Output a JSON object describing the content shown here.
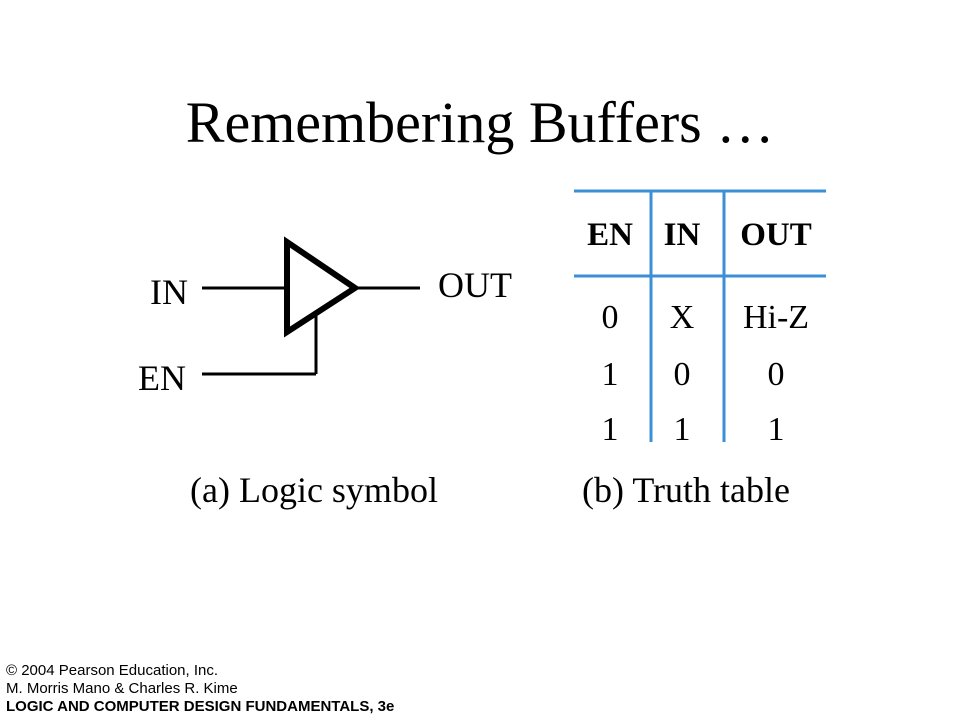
{
  "slide": {
    "title": "Remembering Buffers …"
  },
  "symbol": {
    "input_label": "IN",
    "enable_label": "EN",
    "output_label": "OUT",
    "caption": "(a) Logic symbol"
  },
  "truth_table": {
    "headers": [
      "EN",
      "IN",
      "OUT"
    ],
    "rows": [
      [
        "0",
        "X",
        "Hi-Z"
      ],
      [
        "1",
        "0",
        "0"
      ],
      [
        "1",
        "1",
        "1"
      ]
    ],
    "caption": "(b) Truth table",
    "rule_color": "#3a8fd6"
  },
  "footer": {
    "copyright": "© 2004 Pearson Education, Inc.",
    "authors": "M. Morris Mano & Charles R. Kime",
    "book": "LOGIC AND COMPUTER DESIGN FUNDAMENTALS, 3e"
  }
}
